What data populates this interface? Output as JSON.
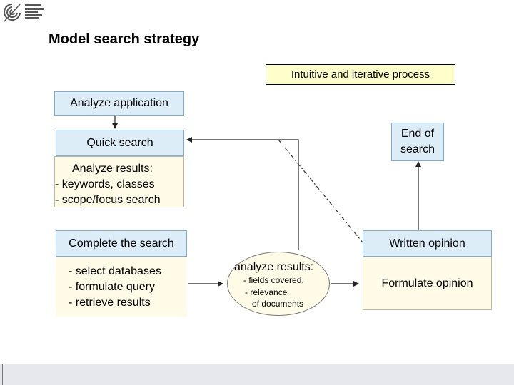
{
  "title": "Model search strategy",
  "tag": "Intuitive and iterative process",
  "boxes": {
    "analyze_application": "Analyze application",
    "quick_search": "Quick search",
    "end_of_search": [
      "End of",
      "search"
    ],
    "analyze_results_1": [
      "Analyze results:",
      "- keywords, classes",
      "- scope/focus search"
    ],
    "complete_search": "Complete the search",
    "complete_search_items": [
      "- select databases",
      "- formulate query",
      "- retrieve results"
    ],
    "analyze_results_2": [
      "analyze results:",
      "- fields covered,",
      "- relevance",
      "of documents"
    ],
    "written_opinion": "Written opinion",
    "formulate_opinion": "Formulate opinion"
  },
  "colors": {
    "blue_box": "#dcedf7",
    "yellow_box": "#fffbe6",
    "tag_fill": "#ffffcc"
  }
}
